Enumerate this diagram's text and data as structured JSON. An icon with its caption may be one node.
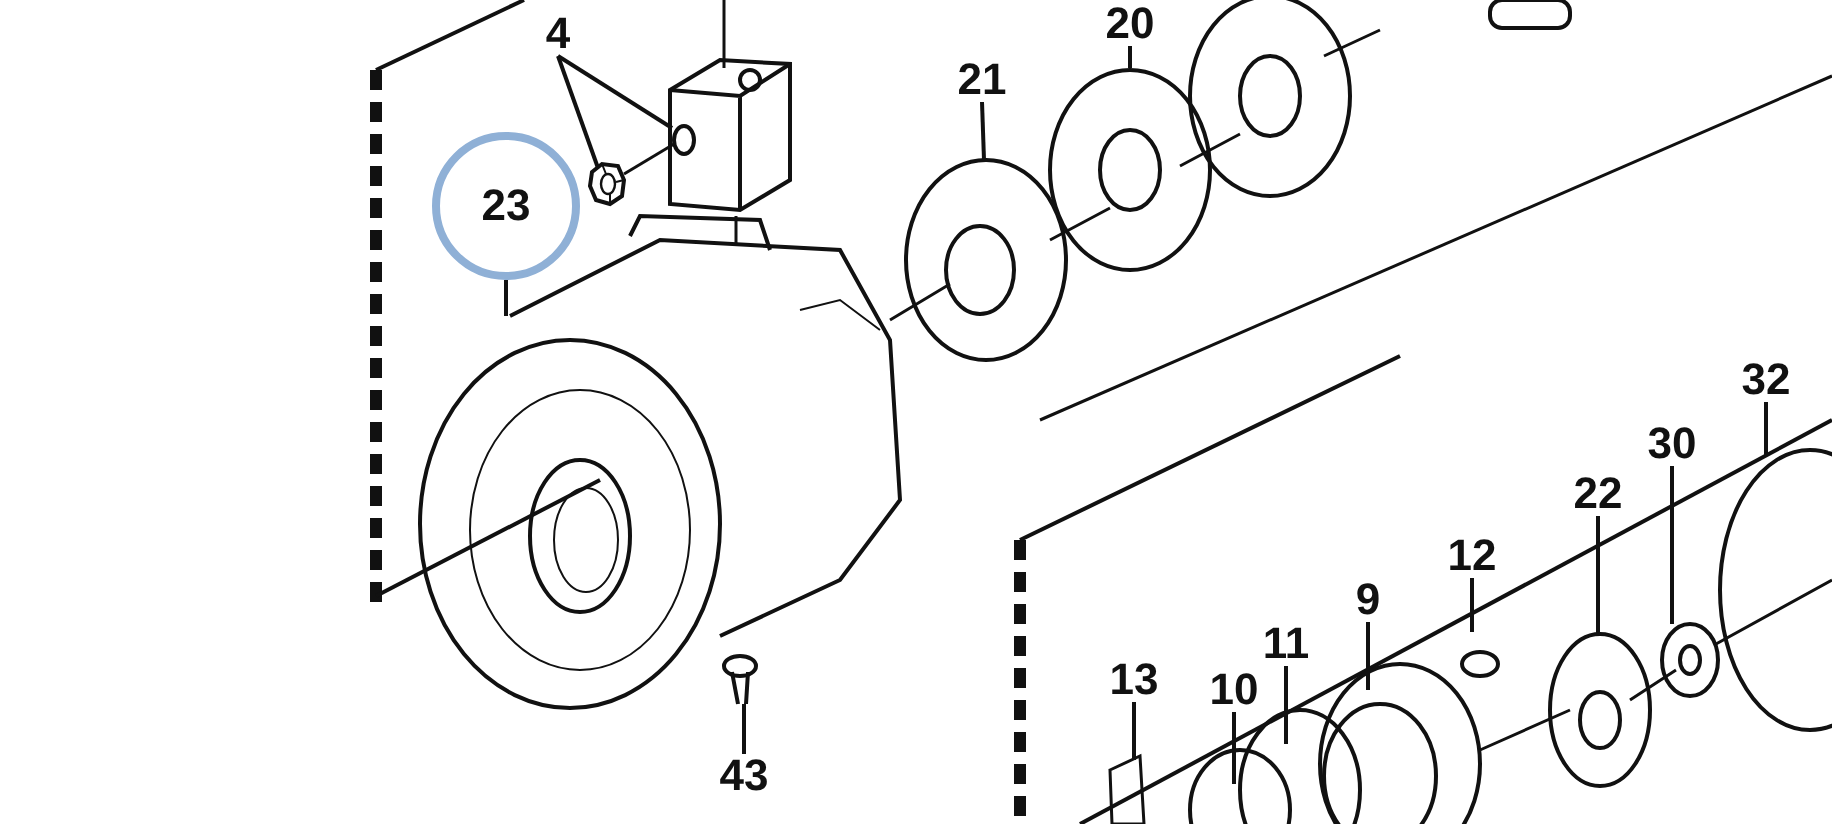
{
  "diagram": {
    "nodes": [
      {
        "text": [
          "4"
        ]
      },
      {
        "text": [
          "20"
        ]
      },
      {
        "text": [
          "21"
        ]
      },
      {
        "text": [
          "23"
        ]
      },
      {
        "text": [
          "32"
        ]
      },
      {
        "text": [
          "30"
        ]
      },
      {
        "text": [
          "22"
        ]
      },
      {
        "text": [
          "12"
        ]
      },
      {
        "text": [
          "9"
        ]
      },
      {
        "text": [
          "11"
        ]
      },
      {
        "text": [
          "10"
        ]
      },
      {
        "text": [
          "13"
        ]
      },
      {
        "text": [
          "43"
        ]
      },
      {
        "text": [],
        "shape": "picture"
      },
      {
        "text": [],
        "shape": "picture"
      },
      {
        "text": [],
        "shape": "picture"
      }
    ],
    "edges": [
      {
        "from": 0,
        "to": 13,
        "arrow": "none"
      },
      {
        "from": 0,
        "to": 14,
        "arrow": "none"
      },
      {
        "from": 1,
        "to": null,
        "arrow": "none"
      },
      {
        "from": 2,
        "to": null,
        "arrow": "none"
      },
      {
        "from": 3,
        "to": null,
        "arrow": "none"
      },
      {
        "from": 4,
        "to": null,
        "arrow": "none"
      },
      {
        "from": 5,
        "to": null,
        "arrow": "none"
      },
      {
        "from": 6,
        "to": null,
        "arrow": "none"
      },
      {
        "from": 7,
        "to": null,
        "arrow": "none"
      },
      {
        "from": 8,
        "to": null,
        "arrow": "none"
      },
      {
        "from": 9,
        "to": null,
        "arrow": "none"
      },
      {
        "from": 10,
        "to": null,
        "arrow": "none"
      },
      {
        "from": 11,
        "to": null,
        "arrow": "none"
      },
      {
        "from": 12,
        "to": 15,
        "arrow": "none"
      }
    ]
  }
}
